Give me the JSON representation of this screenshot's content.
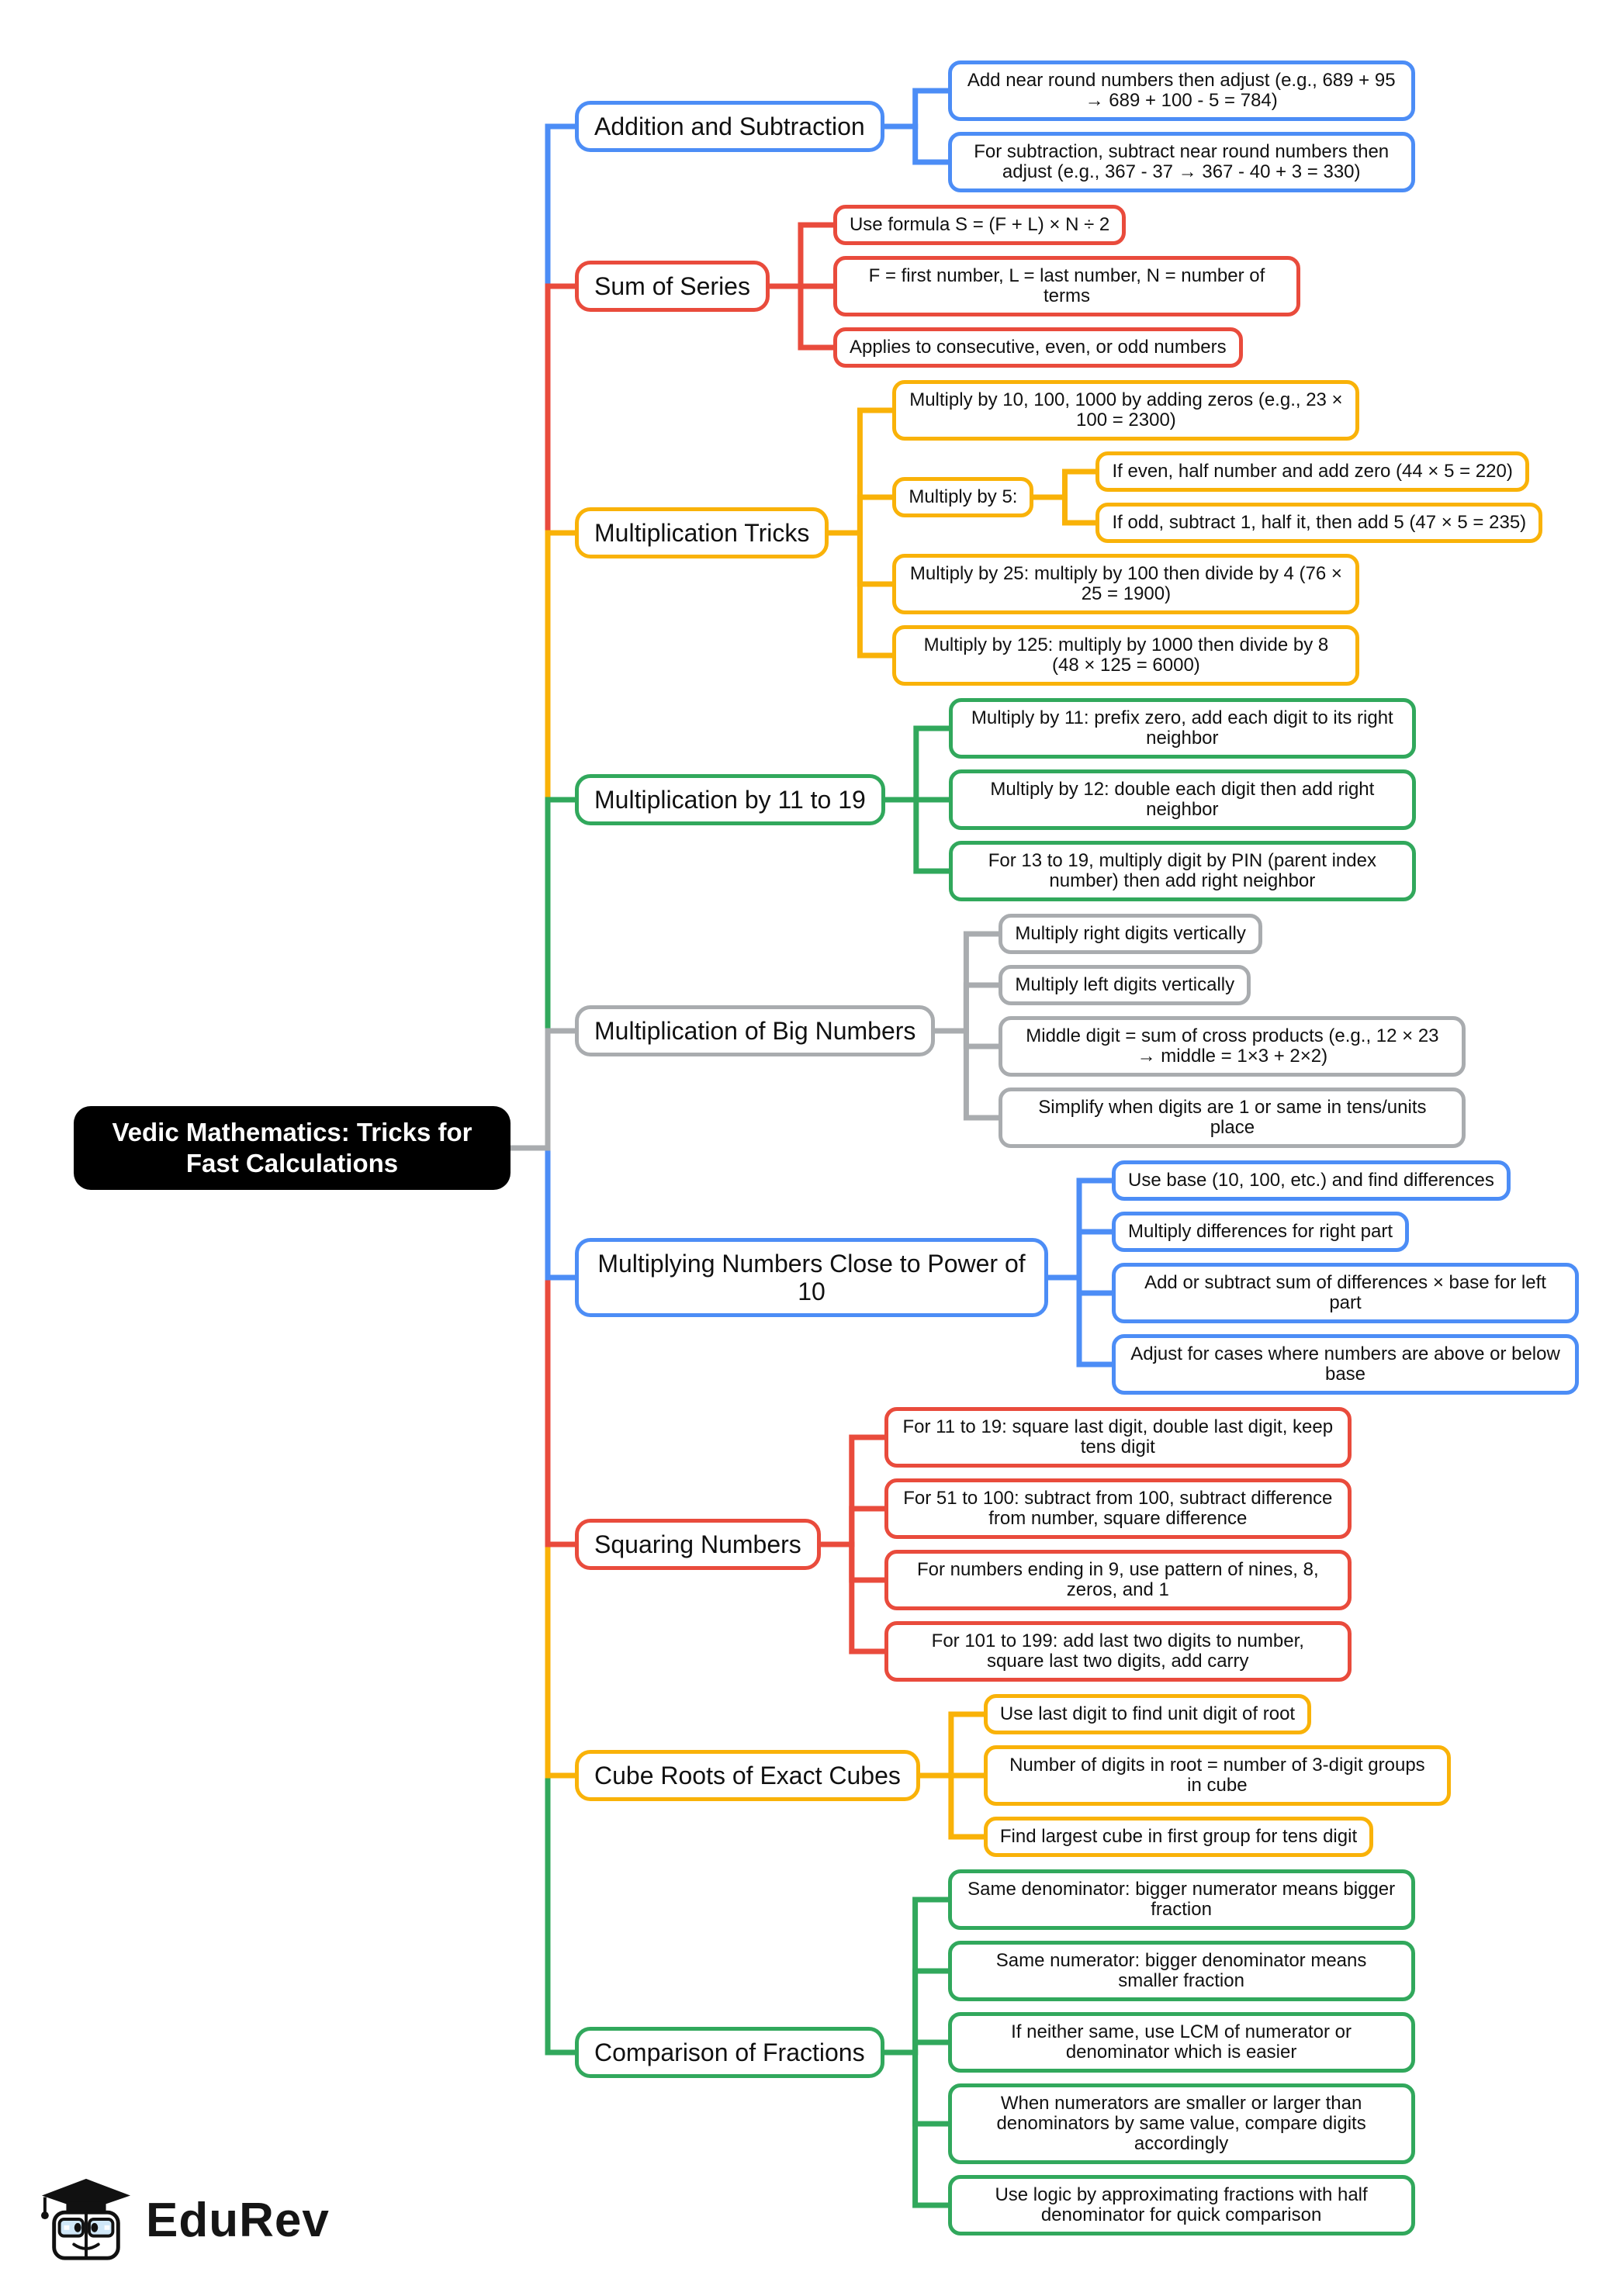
{
  "root": {
    "label": "Vedic Mathematics: Tricks for Fast Calculations"
  },
  "palette": {
    "blue": "#4c8df6",
    "red": "#e94b3c",
    "yellow": "#f9b208",
    "green": "#31a85c",
    "gray": "#a9acaf",
    "root_bg": "#000000",
    "root_text": "#ffffff"
  },
  "branches": [
    {
      "label": "Addition and Subtraction",
      "color": "blue",
      "children": [
        {
          "text": "Add near round numbers then adjust (e.g., 689 + 95 → 689 + 100 - 5 = 784)"
        },
        {
          "text": "For subtraction, subtract near round numbers then adjust (e.g., 367 - 37 → 367 - 40 + 3 = 330)"
        }
      ]
    },
    {
      "label": "Sum of Series",
      "color": "red",
      "children": [
        {
          "text": "Use formula S = (F + L) × N ÷ 2"
        },
        {
          "text": "F = first number, L = last number, N = number of terms"
        },
        {
          "text": "Applies to consecutive, even, or odd numbers"
        }
      ]
    },
    {
      "label": "Multiplication Tricks",
      "color": "yellow",
      "children": [
        {
          "text": "Multiply by 10, 100, 1000 by adding zeros (e.g., 23 × 100 = 2300)"
        },
        {
          "text": "Multiply by 5:",
          "children": [
            {
              "text": "If even, half number and add zero (44 × 5 = 220)"
            },
            {
              "text": "If odd, subtract 1, half it, then add 5 (47 × 5 = 235)"
            }
          ]
        },
        {
          "text": "Multiply by 25: multiply by 100 then divide by 4 (76 × 25 = 1900)"
        },
        {
          "text": "Multiply by 125: multiply by 1000 then divide by 8 (48 × 125 = 6000)"
        }
      ]
    },
    {
      "label": "Multiplication by 11 to 19",
      "color": "green",
      "children": [
        {
          "text": "Multiply by 11: prefix zero, add each digit to its right neighbor"
        },
        {
          "text": "Multiply by 12: double each digit then add right neighbor"
        },
        {
          "text": "For 13 to 19, multiply digit by PIN (parent index number) then add right neighbor"
        }
      ]
    },
    {
      "label": "Multiplication of Big Numbers",
      "color": "gray",
      "children": [
        {
          "text": "Multiply right digits vertically"
        },
        {
          "text": "Multiply left digits vertically"
        },
        {
          "text": "Middle digit = sum of cross products (e.g., 12 × 23 → middle = 1×3 + 2×2)"
        },
        {
          "text": "Simplify when digits are 1 or same in tens/units place"
        }
      ]
    },
    {
      "label": "Multiplying Numbers Close to Power of 10",
      "color": "blue",
      "children": [
        {
          "text": "Use base (10, 100, etc.) and find differences"
        },
        {
          "text": "Multiply differences for right part"
        },
        {
          "text": "Add or subtract sum of differences × base for left part"
        },
        {
          "text": "Adjust for cases where numbers are above or below base"
        }
      ]
    },
    {
      "label": "Squaring Numbers",
      "color": "red",
      "children": [
        {
          "text": "For 11 to 19: square last digit, double last digit, keep tens digit"
        },
        {
          "text": "For 51 to 100: subtract from 100, subtract difference from number, square difference"
        },
        {
          "text": "For numbers ending in 9, use pattern of nines, 8, zeros, and 1"
        },
        {
          "text": "For 101 to 199: add last two digits to number, square last two digits, add carry"
        }
      ]
    },
    {
      "label": "Cube Roots of Exact Cubes",
      "color": "yellow",
      "children": [
        {
          "text": "Use last digit to find unit digit of root"
        },
        {
          "text": "Number of digits in root = number of 3-digit groups in cube"
        },
        {
          "text": "Find largest cube in first group for tens digit"
        }
      ]
    },
    {
      "label": "Comparison of Fractions",
      "color": "green",
      "children": [
        {
          "text": "Same denominator: bigger numerator means bigger fraction"
        },
        {
          "text": "Same numerator: bigger denominator means smaller fraction"
        },
        {
          "text": "If neither same, use LCM of numerator or denominator which is easier"
        },
        {
          "text": "When numerators are smaller or larger than denominators by same value, compare digits accordingly"
        },
        {
          "text": "Use logic by approximating fractions with half denominator for quick comparison"
        }
      ]
    }
  ],
  "logo": {
    "text": "EduRev"
  }
}
